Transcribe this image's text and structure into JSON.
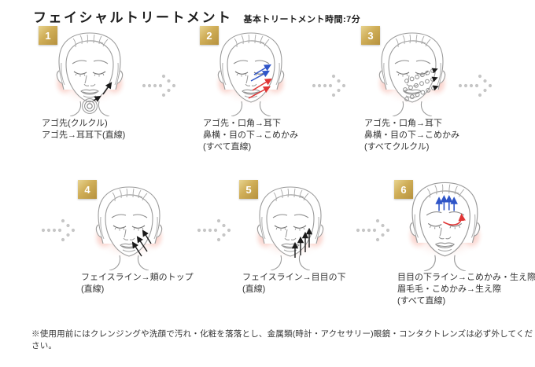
{
  "header": {
    "title": "フェイシャルトリートメント",
    "subtitle": "基本トリートメント時間:7分"
  },
  "steps": [
    {
      "number": "1",
      "caption": [
        "アゴ先(クルクル)",
        "アゴ先→耳耳下(直線)"
      ]
    },
    {
      "number": "2",
      "caption": [
        "アゴ先・口角→耳下",
        "鼻横・目の下→こめかみ",
        "(すべて直線)"
      ]
    },
    {
      "number": "3",
      "caption": [
        "アゴ先・口角→耳下",
        "鼻横・目の下→こめかみ",
        "(すべてクルクル)"
      ]
    },
    {
      "number": "4",
      "caption": [
        "フェイスライン→頬のトップ",
        "(直線)"
      ]
    },
    {
      "number": "5",
      "caption": [
        "フェイスライン→目目の下",
        "(直線)"
      ]
    },
    {
      "number": "6",
      "caption": [
        "目目の下ライン→こめかみ・生え際",
        "眉毛毛・こめかみ→生え際",
        "(すべて直線)"
      ]
    }
  ],
  "footer": {
    "note": "※使用用前にはクレンジングや洗顔で汚れ・化粧を落落とし、金属類(時計・アクセサリー)眼鏡・コンタクトレンズは必ず外してください。"
  },
  "icons": {
    "step_arrow": "dotted-chevron-right-icon",
    "face": "woman-face-line-art",
    "glow": "pink-cheek-glow"
  },
  "colors": {
    "badge_gold": "#cfad57",
    "arrow_black": "#1a1a1a",
    "arrow_blue": "#2f55c8",
    "arrow_red": "#e03535",
    "coil_gray": "#8f8f8f",
    "dot_gray": "#c6c6c6",
    "glow_pink": "#f6b3a9",
    "text": "#333333"
  }
}
